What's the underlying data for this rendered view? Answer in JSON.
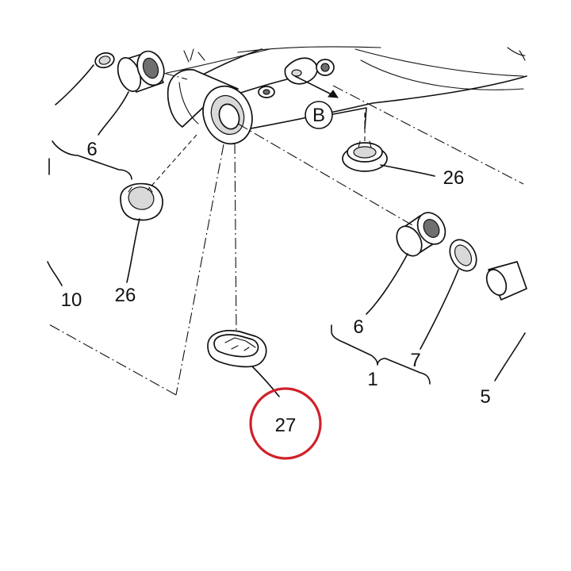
{
  "view_label": "B",
  "callouts": [
    {
      "id": "6-top-left",
      "text": "6"
    },
    {
      "id": "26-top-right",
      "text": "26"
    },
    {
      "id": "26-left",
      "text": "26"
    },
    {
      "id": "10",
      "text": "10"
    },
    {
      "id": "6-right",
      "text": "6"
    },
    {
      "id": "7",
      "text": "7"
    },
    {
      "id": "1",
      "text": "1"
    },
    {
      "id": "5",
      "text": "5"
    },
    {
      "id": "27",
      "text": "27"
    }
  ],
  "highlight": {
    "target": "27",
    "color": "#d0212a"
  }
}
